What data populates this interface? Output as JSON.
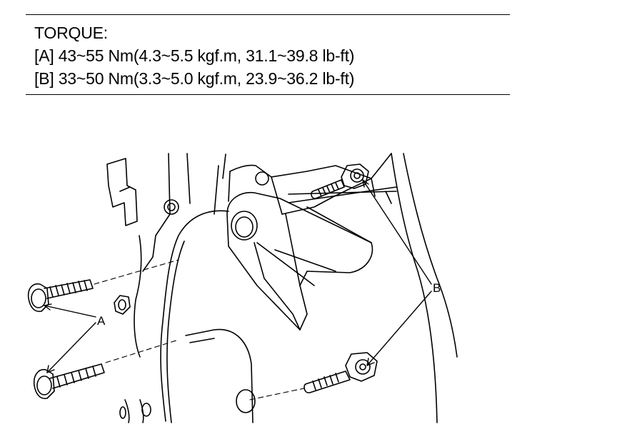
{
  "torque_spec": {
    "heading": "TORQUE:",
    "spec_a": "[A] 43~55 Nm(4.3~5.5 kgf.m, 31.1~39.8 lb-ft)",
    "spec_b": "[B] 33~50 Nm(3.3~5.0 kgf.m, 23.9~36.2 lb-ft)"
  },
  "callouts": {
    "a": "A",
    "b": "B"
  }
}
